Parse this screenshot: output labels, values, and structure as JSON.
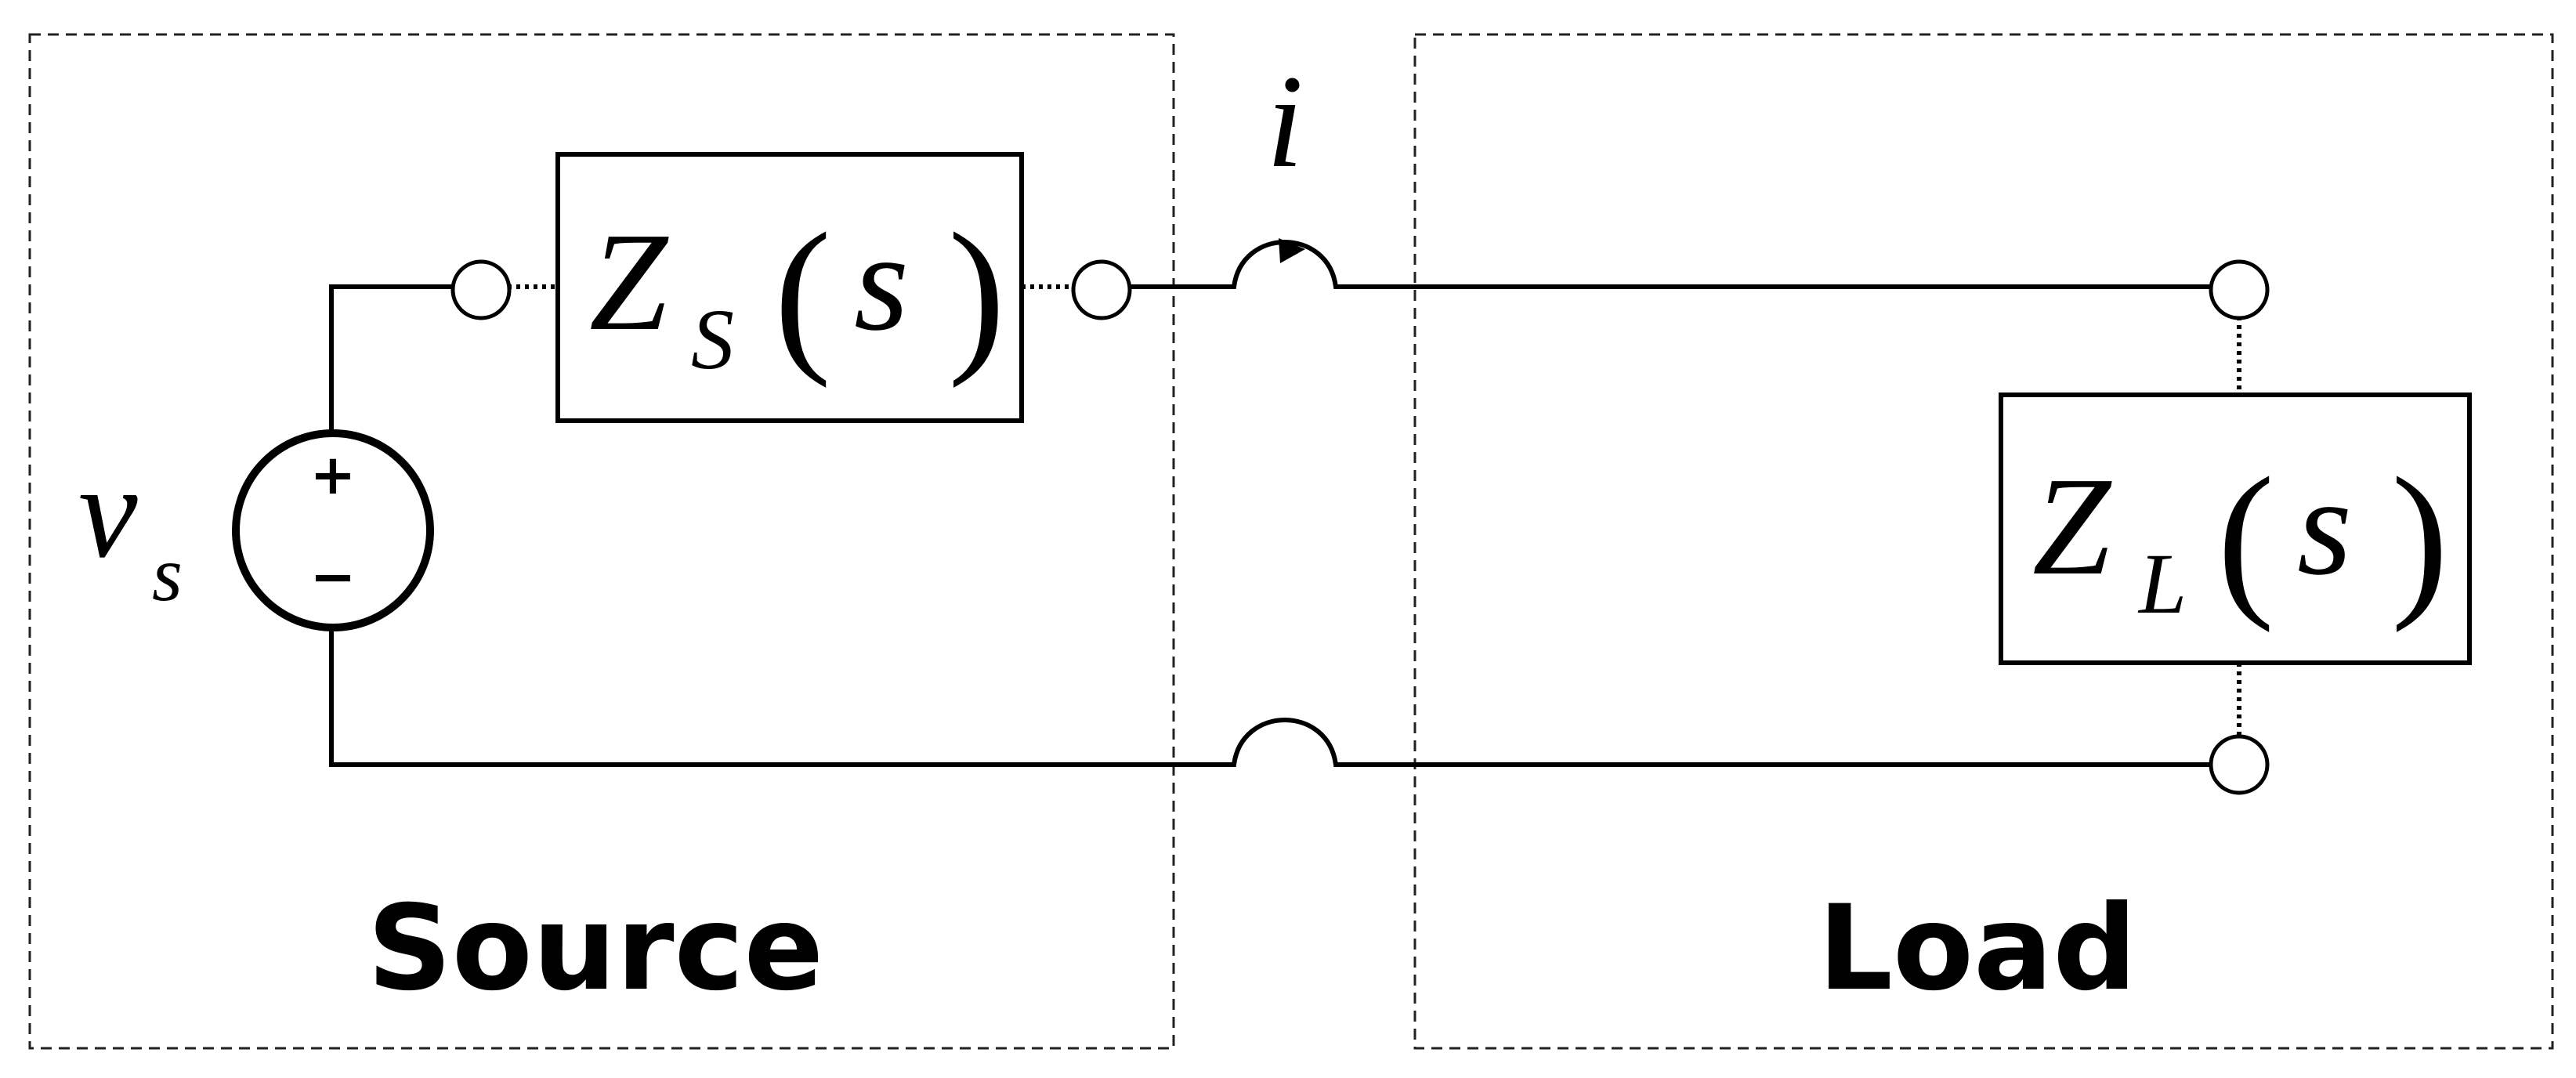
{
  "source_label": "Source",
  "load_label": "Load",
  "current_label": "i",
  "voltage_source": {
    "symbol": "v",
    "subscript": "s",
    "plus": "+",
    "minus": "−"
  },
  "source_impedance": {
    "symbol": "Z",
    "subscript": "S",
    "open_paren": "(",
    "variable": "s",
    "close_paren": ")"
  },
  "load_impedance": {
    "symbol": "Z",
    "subscript": "L",
    "open_paren": "(",
    "variable": "s",
    "close_paren": ")"
  }
}
